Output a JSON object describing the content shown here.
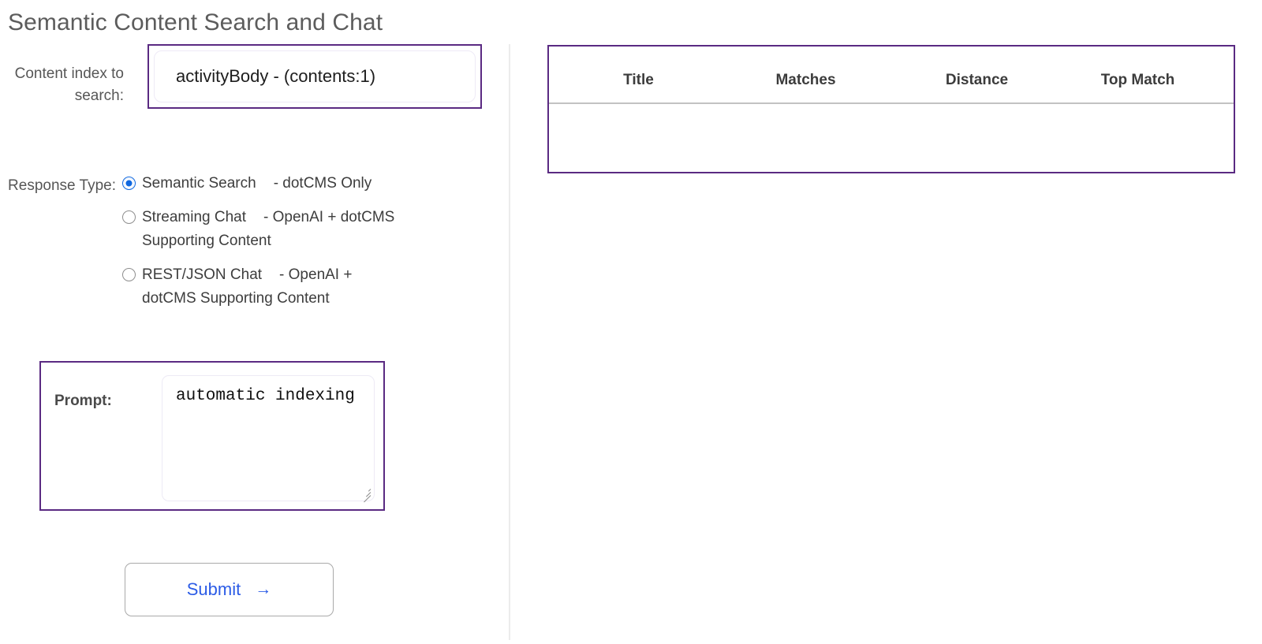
{
  "page": {
    "title": "Semantic Content Search and Chat"
  },
  "form": {
    "index_field": {
      "label": "Content index to search:",
      "selected_value": "activityBody - (contents:1)"
    },
    "response_type": {
      "label": "Response Type:",
      "options": [
        {
          "name": "Semantic Search",
          "description": "- dotCMS Only",
          "selected": true
        },
        {
          "name": "Streaming Chat",
          "description": "- OpenAI + dotCMS Supporting Content",
          "selected": false
        },
        {
          "name": "REST/JSON Chat",
          "description": "- OpenAI + dotCMS Supporting Content",
          "selected": false
        }
      ]
    },
    "prompt": {
      "label": "Prompt:",
      "value": "automatic indexing",
      "placeholder": ""
    },
    "submit": {
      "label": "Submit",
      "arrow": "→"
    }
  },
  "results": {
    "columns": [
      "Title",
      "Matches",
      "Distance",
      "Top Match"
    ],
    "rows": []
  },
  "colors": {
    "accent_border": "#5a2a82",
    "radio_selected": "#1068e0",
    "link_blue": "#2c5ce6",
    "title_gray": "#5c5c5c"
  }
}
